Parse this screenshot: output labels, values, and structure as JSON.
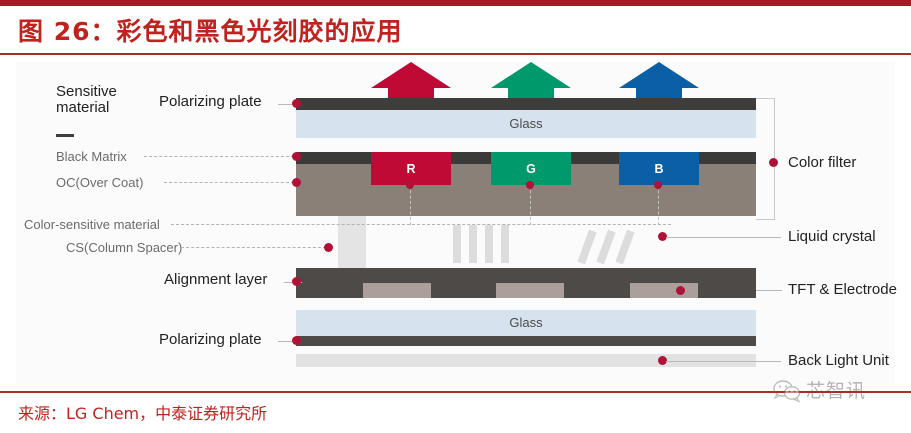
{
  "header": {
    "figure_title": "图 26：彩色和黑色光刻胶的应用"
  },
  "footer": {
    "source": "来源：LG Chem，中泰证券研究所",
    "watermark_text": "芯智讯",
    "watermark_icon": "wechat-logo-icon"
  },
  "diagram": {
    "title_left_group": "Sensitive material",
    "left_labels": [
      {
        "id": "sensitive-material",
        "line1": "Sensitive",
        "line2": "material"
      },
      {
        "id": "black-matrix",
        "label": "Black Matrix"
      },
      {
        "id": "oc-over-coat",
        "label": "OC(Over Coat)"
      },
      {
        "id": "color-sensitive-material",
        "label": "Color-sensitive material"
      },
      {
        "id": "cs-column-spacer",
        "label": "CS(Column Spacer)"
      },
      {
        "id": "polarizing-plate-top",
        "label": "Polarizing plate"
      },
      {
        "id": "alignment-layer",
        "label": "Alignment layer"
      },
      {
        "id": "polarizing-plate-bottom",
        "label": "Polarizing plate"
      }
    ],
    "right_labels": [
      {
        "id": "color-filter",
        "label": "Color filter"
      },
      {
        "id": "liquid-crystal",
        "label": "Liquid crystal"
      },
      {
        "id": "tft-electrode",
        "label": "TFT & Electrode"
      },
      {
        "id": "back-light-unit",
        "label": "Back Light Unit"
      }
    ],
    "glass_layers": [
      {
        "id": "glass-top",
        "label": "Glass"
      },
      {
        "id": "glass-bottom",
        "label": "Glass"
      }
    ],
    "color_filters": [
      {
        "id": "filter-red",
        "label": "R",
        "color": "#BE0A34"
      },
      {
        "id": "filter-green",
        "label": "G",
        "color": "#00996B"
      },
      {
        "id": "filter-blue",
        "label": "B",
        "color": "#0B5FA5"
      }
    ],
    "light_arrows": [
      {
        "id": "arrow-red",
        "color": "#BE0A34"
      },
      {
        "id": "arrow-green",
        "color": "#00996B"
      },
      {
        "id": "arrow-blue",
        "color": "#0B5FA5"
      }
    ],
    "colors": {
      "polarizer_dark": "#3f3d3b",
      "glass_blue": "#d6e3ee",
      "overcoat_taupe": "#8a8078",
      "alignment_dark": "#4d4a47",
      "electrode_gray": "#ab9f9c",
      "backlight_gray": "#e2e2e2",
      "spacer_gray": "#e4e4e4",
      "lc_gray": "#dcdcdc",
      "accent_dot": "#b01235",
      "title_red": "#c0221d"
    }
  }
}
